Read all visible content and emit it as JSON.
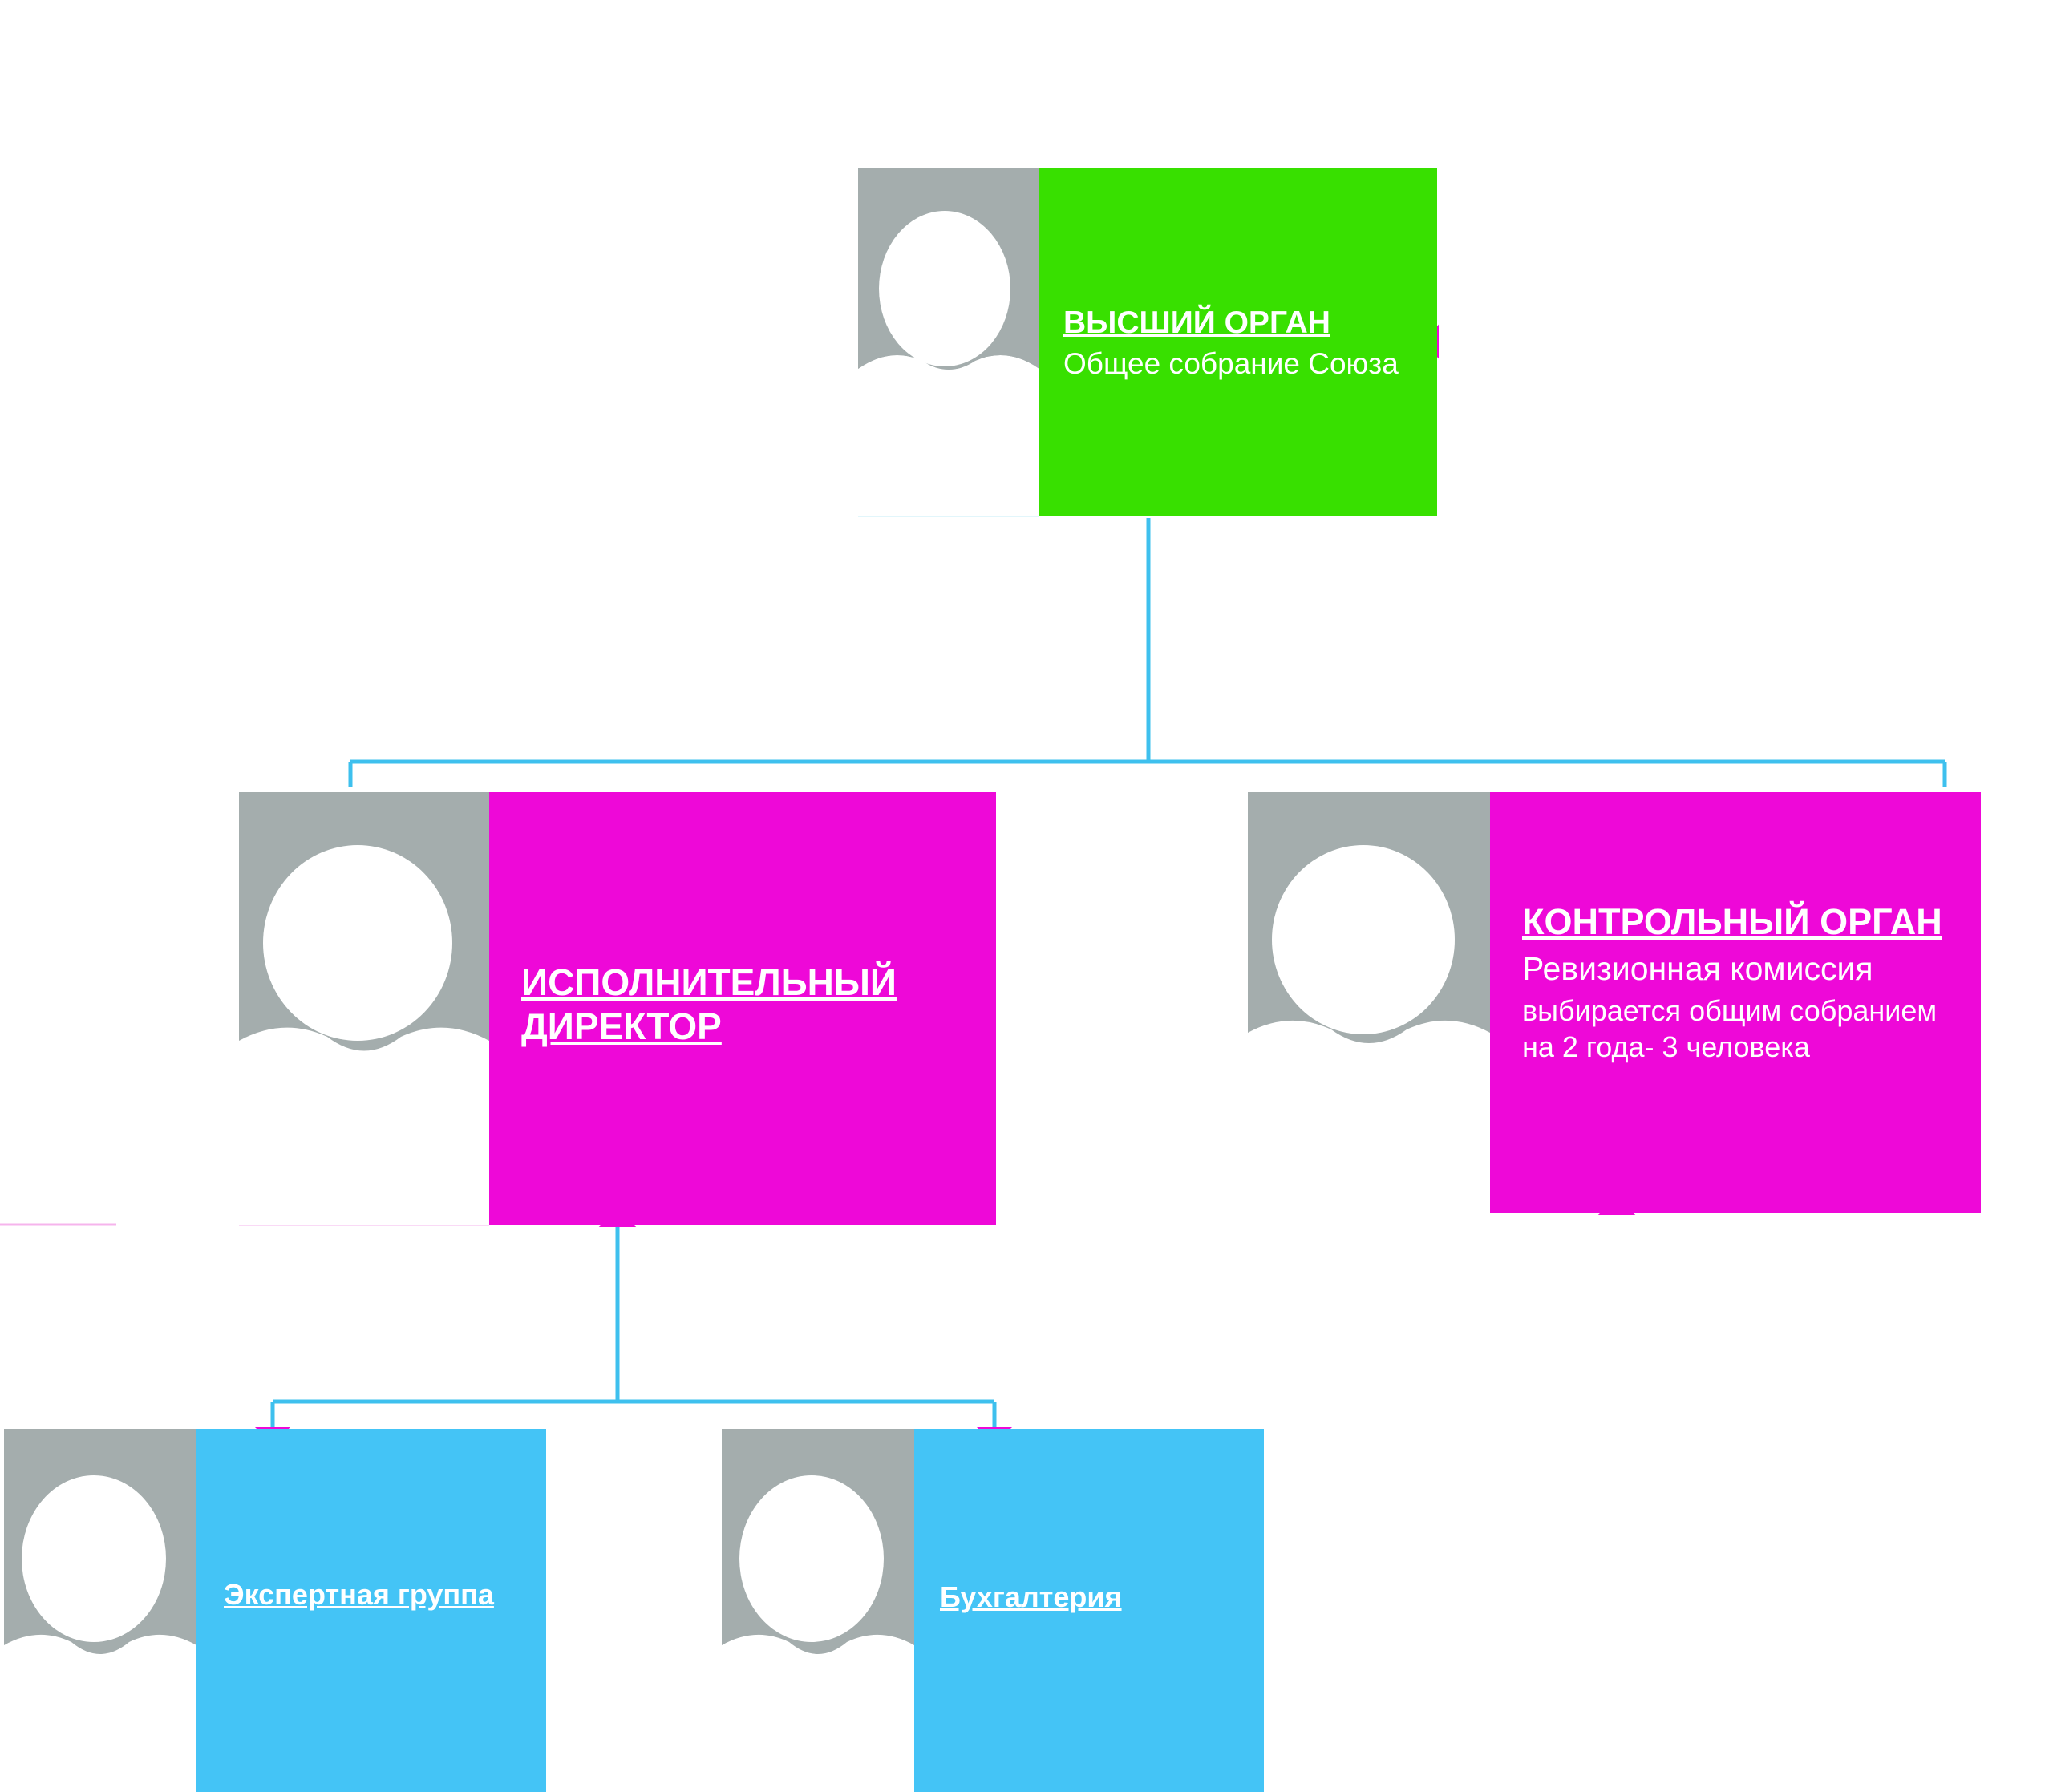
{
  "diagram": {
    "type": "org-chart",
    "colors": {
      "connector": "#3ec0ee",
      "marker": "#ee08d8",
      "avatar": "#a4adad",
      "level1": "#38e000",
      "level2": "#ee08d8",
      "level3": "#44c4f6"
    },
    "nodes": [
      {
        "id": "top",
        "title": "ВЫСШИЙ ОРГАН",
        "subtitle": "Общее собрание Союза"
      },
      {
        "id": "director",
        "title": "ИСПОЛНИТЕЛЬНЫЙ ДИРЕКТОР"
      },
      {
        "id": "control",
        "title": "КОНТРОЛЬНЫЙ ОРГАН",
        "subtitle": "Ревизионная комиссия",
        "note": "выбирается общим собранием на 2 года- 3 человека"
      },
      {
        "id": "expert",
        "title": "Экспертная группа"
      },
      {
        "id": "accounting",
        "title": "Бухгалтерия"
      }
    ],
    "edges": [
      {
        "from": "top",
        "to": "director"
      },
      {
        "from": "top",
        "to": "control"
      },
      {
        "from": "director",
        "to": "expert"
      },
      {
        "from": "director",
        "to": "accounting"
      }
    ]
  }
}
